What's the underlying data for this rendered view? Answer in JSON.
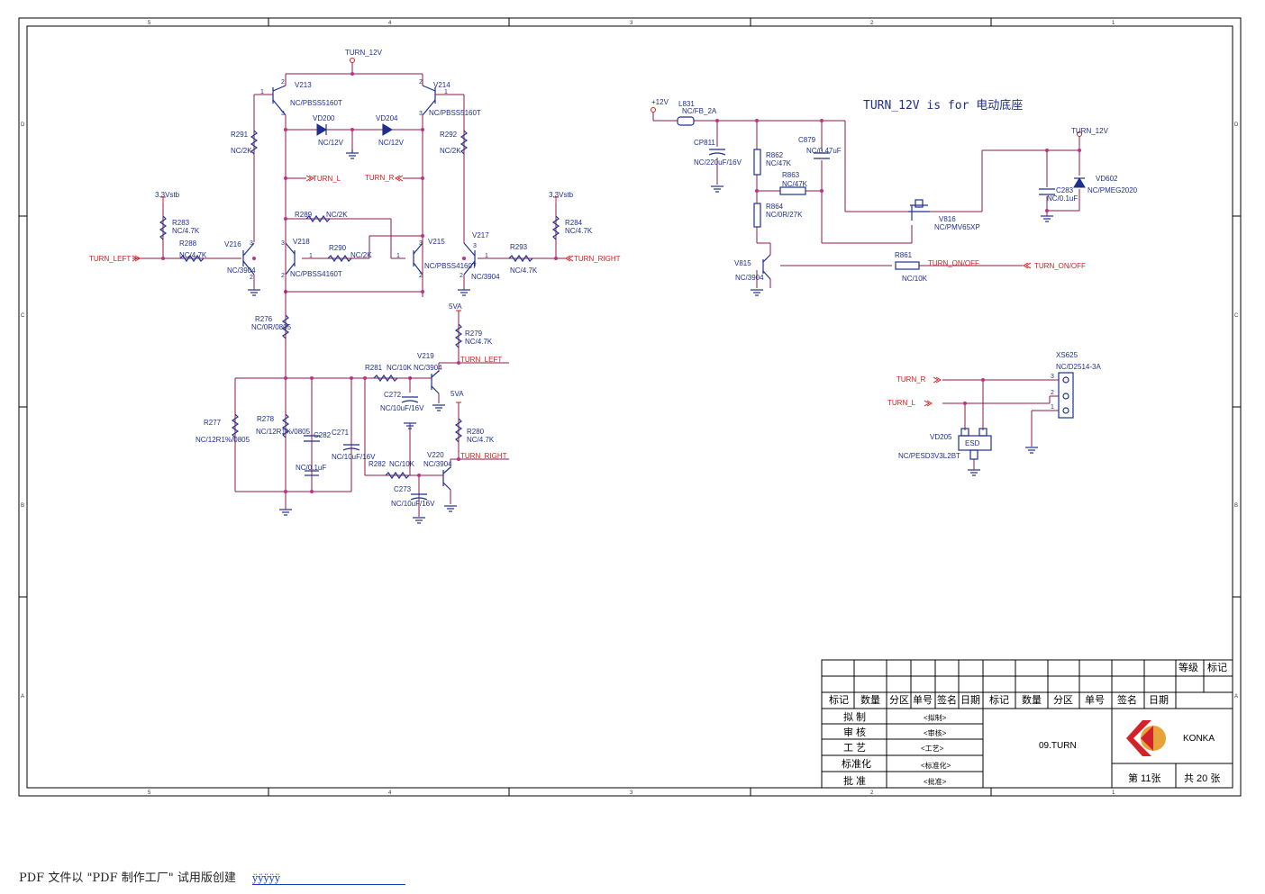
{
  "grid": {
    "cols": [
      "5",
      "4",
      "3",
      "2",
      "1"
    ],
    "rows": [
      "D",
      "C",
      "B",
      "A"
    ]
  },
  "title_note": "TURN_12V is for  电动底座",
  "nets": {
    "turn_12v": "TURN_12V",
    "v3_3stb": "3.3Vstb",
    "v5a": "5VA",
    "v12": "+12V",
    "turn_left": "TURN_LEFT",
    "turn_right": "TURN_RIGHT",
    "turn_l": "TURN_L",
    "turn_r": "TURN_R",
    "turn_onoff": "TURN_ON/OFF"
  },
  "components": {
    "V213": {
      "ref": "V213",
      "val": "NC/PBSS5160T"
    },
    "V214": {
      "ref": "V214",
      "val": "NC/PBSS5160T"
    },
    "VD200": {
      "ref": "VD200",
      "val": "NC/12V"
    },
    "VD204": {
      "ref": "VD204",
      "val": "NC/12V"
    },
    "R291": {
      "ref": "R291",
      "val": "NC/2K"
    },
    "R292": {
      "ref": "R292",
      "val": "NC/2K"
    },
    "R283": {
      "ref": "R283",
      "val": "NC/4.7K"
    },
    "R288": {
      "ref": "R288",
      "val": "NC/4.7K"
    },
    "V216": {
      "ref": "V216",
      "val": "NC/3904"
    },
    "R289": {
      "ref": "R289",
      "val": "NC/2K"
    },
    "V218": {
      "ref": "V218",
      "val": "NC/PBSS4160T"
    },
    "R290": {
      "ref": "R290",
      "val": "NC/2K"
    },
    "V215": {
      "ref": "V215",
      "val": "NC/PBSS4160T"
    },
    "V217": {
      "ref": "V217",
      "val": "NC/3904"
    },
    "R293": {
      "ref": "R293",
      "val": "NC/4.7K"
    },
    "R284": {
      "ref": "R284",
      "val": "NC/4.7K"
    },
    "R276": {
      "ref": "R276",
      "val": "NC/0R/0805"
    },
    "R279": {
      "ref": "R279",
      "val": "NC/4.7K"
    },
    "R281": {
      "ref": "R281",
      "val": "NC/10K"
    },
    "V219": {
      "ref": "V219",
      "val": "NC/3904"
    },
    "C272": {
      "ref": "C272",
      "val": "NC/10uF/16V"
    },
    "R277": {
      "ref": "R277",
      "val": "NC/12R1%/0805"
    },
    "R278": {
      "ref": "R278",
      "val": "NC/12R1%/0805"
    },
    "C282": {
      "ref": "C282",
      "val": "NC/0.1uF"
    },
    "C271": {
      "ref": "C271",
      "val": "NC/10uF/16V"
    },
    "R280": {
      "ref": "R280",
      "val": "NC/4.7K"
    },
    "R282": {
      "ref": "R282",
      "val": "NC/10K"
    },
    "V220": {
      "ref": "V220",
      "val": "NC/3904"
    },
    "C273": {
      "ref": "C273",
      "val": "NC/10uF/16V"
    },
    "L831": {
      "ref": "L831",
      "val": "NC/FB_2A"
    },
    "CP811": {
      "ref": "CP811",
      "val": "NC/220uF/16V"
    },
    "R862": {
      "ref": "R862",
      "val": "NC/47K"
    },
    "R863": {
      "ref": "R863",
      "val": "NC/47K"
    },
    "R864": {
      "ref": "R864",
      "val": "NC/0R/27K"
    },
    "C879": {
      "ref": "C879",
      "val": "NC/0.47uF"
    },
    "V816": {
      "ref": "V816",
      "val": "NC/PMV65XP"
    },
    "V815": {
      "ref": "V815",
      "val": "NC/3904"
    },
    "R861": {
      "ref": "R861",
      "val": "NC/10K"
    },
    "C283": {
      "ref": "C283",
      "val": "NC/0.1uF"
    },
    "VD602": {
      "ref": "VD602",
      "val": "NC/PMEG2020"
    },
    "XS625": {
      "ref": "XS625",
      "val": "NC/D2514-3A"
    },
    "VD205": {
      "ref": "VD205",
      "val": "NC/PESD3V3L2BT"
    },
    "ESD": {
      "ref": "ESD"
    }
  },
  "title_block": {
    "rev_headers": [
      "标记",
      "数量",
      "分区",
      "单号",
      "签名",
      "日期",
      "标记",
      "数量",
      "分区",
      "单号",
      "签名",
      "日期"
    ],
    "grade_label": "等级",
    "mark_label": "标记",
    "roles": [
      {
        "label": "拟  制",
        "value": "<拟制>"
      },
      {
        "label": "审  核",
        "value": "<审核>"
      },
      {
        "label": "工  艺",
        "value": "<工艺>"
      },
      {
        "label": "标准化",
        "value": "<标准化>"
      },
      {
        "label": "批  准",
        "value": "<批准>"
      }
    ],
    "drawing_name": "09.TURN",
    "company": "KONKA",
    "sheet_label": "第 11张",
    "total_label": "共 20 张"
  },
  "footer": {
    "text": "PDF 文件以 \"PDF 制作工厂\" 试用版创建",
    "link": "ÿÿÿÿÿ"
  }
}
